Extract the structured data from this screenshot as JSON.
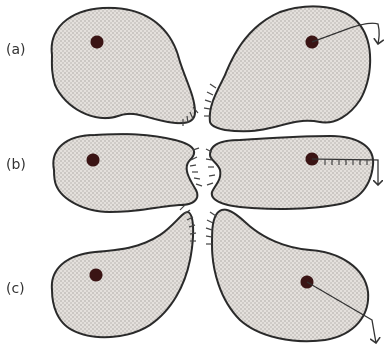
{
  "panels": [
    {
      "label": "(a)",
      "right_arrow": "curve"
    },
    {
      "label": "(b)",
      "right_arrow": "bent"
    },
    {
      "label": "(c)",
      "right_arrow": "diagonal"
    }
  ]
}
